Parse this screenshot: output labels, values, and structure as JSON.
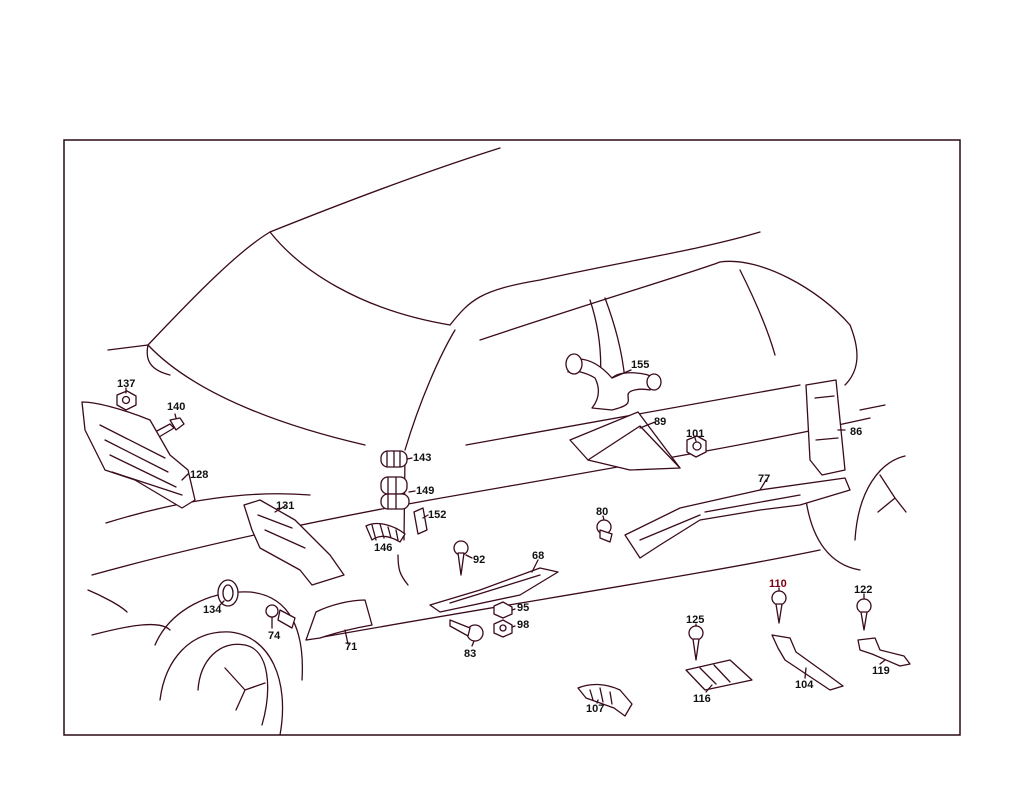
{
  "colors": {
    "line": "#3a0a1e",
    "label": "#111111",
    "label_highlight": "#7a0010",
    "background": "#ffffff"
  },
  "callouts": [
    "155",
    "137",
    "140",
    "128",
    "143",
    "149",
    "152",
    "146",
    "131",
    "89",
    "101",
    "86",
    "77",
    "80",
    "92",
    "68",
    "95",
    "98",
    "83",
    "71",
    "134",
    "74",
    "110",
    "122",
    "125",
    "116",
    "104",
    "119",
    "107"
  ]
}
